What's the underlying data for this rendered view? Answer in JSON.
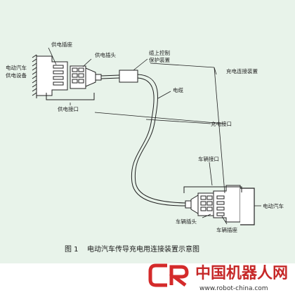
{
  "labels": {
    "ev_supply_line1": "电动汽车",
    "ev_supply_line2": "供电设备",
    "supply_socket": "供电插座",
    "supply_plug": "供电插头",
    "incable_line1": "缆上控制",
    "incable_line2": "保护装置",
    "charging_connector": "充电连接装置",
    "cable": "电缆",
    "supply_interface": "供电接口",
    "charging_interface": "充电接口",
    "vehicle_interface": "车辆接口",
    "ev": "电动汽车",
    "vehicle_plug": "车辆插头",
    "vehicle_socket": "车辆插座"
  },
  "caption": {
    "figure_no": "图 1",
    "text": "电动汽车传导充电用连接装置示意图"
  },
  "watermark": {
    "logo_text": "中国机器人网",
    "url": "www.robot-china.com",
    "logo_color": "#d42a2a",
    "text_color": "#c62828"
  }
}
